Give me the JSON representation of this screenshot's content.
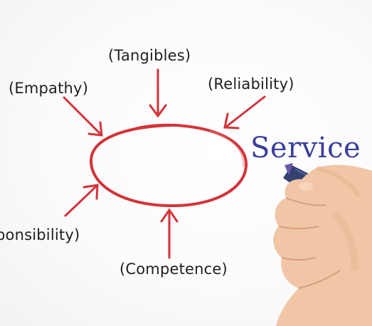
{
  "labels": {
    "tangibles": "(Tangibles)",
    "empathy": "(Empathy)",
    "reliability": "(Reliability)",
    "responsibility": "ponsibility)",
    "competence": "(Competence)"
  },
  "center_word": "Service",
  "colors": {
    "ink_red": "#d4333a",
    "label_text": "#1f1f1f",
    "marker_ink": "#3a3f9a",
    "background": "#ffffff"
  },
  "icons": {
    "hand": "hand-holding-marker-icon",
    "marker": "marker-pen-icon"
  }
}
